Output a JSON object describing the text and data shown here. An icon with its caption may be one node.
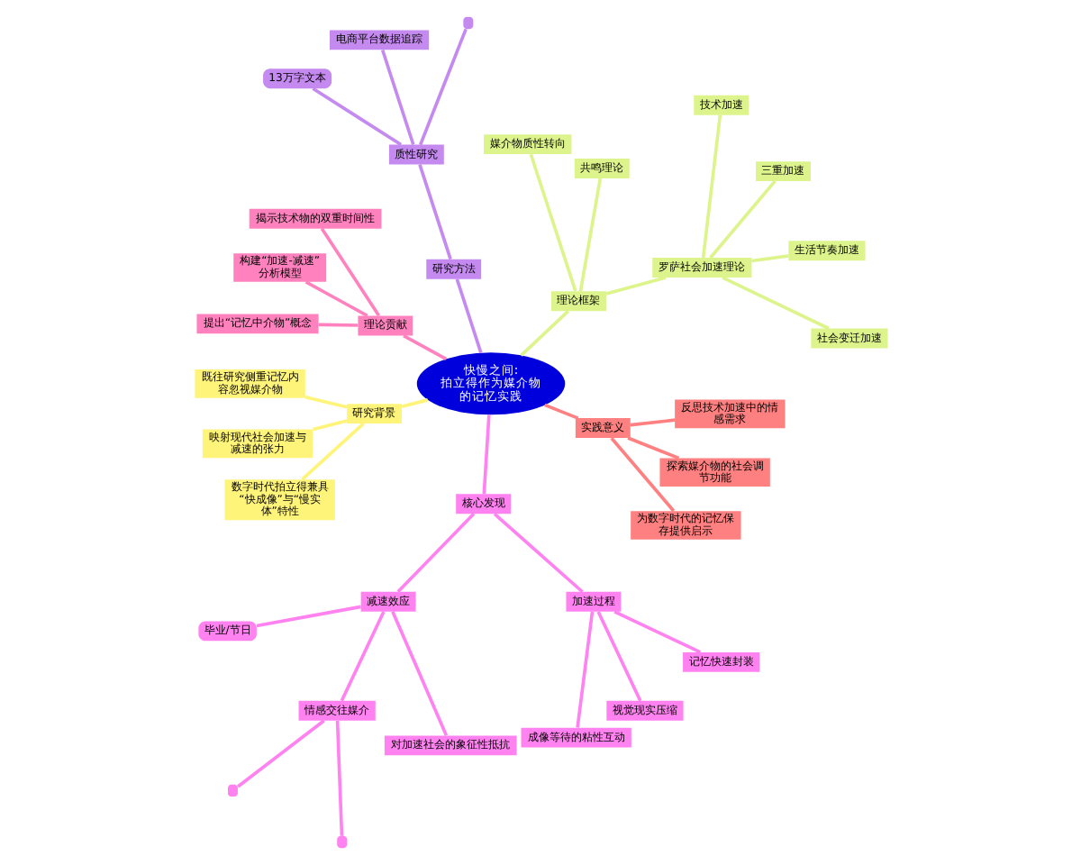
{
  "diagram": {
    "nodes": [
      {
        "text": [
          "快慢之间:",
          "拍立得作为媒介物的记忆实践"
        ]
      },
      {
        "text": [
          "理论框架"
        ]
      },
      {
        "text": [
          "罗萨社会加速理论"
        ]
      },
      {
        "text": [
          "社会变迁加速"
        ]
      },
      {
        "text": [
          "生活节奏加速"
        ]
      },
      {
        "text": [
          "三重加速"
        ]
      },
      {
        "text": [
          "技术加速"
        ]
      },
      {
        "text": [
          "共鸣理论"
        ]
      },
      {
        "text": [
          "媒介物质性转向"
        ]
      },
      {
        "text": [
          "研究方法"
        ]
      },
      {
        "text": [
          "质性研究"
        ]
      },
      {
        "text": [],
        "shape": "box"
      },
      {
        "text": [
          "电商平台数据追踪"
        ]
      },
      {
        "text": [
          "13万字文本"
        ]
      },
      {
        "text": [
          "理论贡献"
        ]
      },
      {
        "text": [
          "揭示技术物的双重时间性"
        ]
      },
      {
        "text": [
          "构建“加速-减速”分析模型"
        ]
      },
      {
        "text": [
          "提出“记忆中介物”概念"
        ]
      },
      {
        "text": [
          "研究背景"
        ]
      },
      {
        "text": [
          "既往研究侧重记忆内容忽视媒介物"
        ]
      },
      {
        "text": [
          "映射现代社会加速与减速的张力"
        ]
      },
      {
        "text": [
          "数字时代拍立得兼具“快成像”与“慢实体”特性"
        ]
      },
      {
        "text": [
          "核心发现"
        ]
      },
      {
        "text": [
          "减速效应"
        ]
      },
      {
        "text": [
          "毕业/节日"
        ]
      },
      {
        "text": [
          "情感交往媒介"
        ]
      },
      {
        "text": [],
        "shape": "box"
      },
      {
        "text": [],
        "shape": "box"
      },
      {
        "text": [
          "对加速社会的象征性抵抗"
        ]
      },
      {
        "text": [
          "加速过程"
        ]
      },
      {
        "text": [
          "成像等待的粘性互动"
        ]
      },
      {
        "text": [
          "视觉现实压缩"
        ]
      },
      {
        "text": [
          "记忆快速封装"
        ]
      },
      {
        "text": [
          "实践意义"
        ]
      },
      {
        "text": [
          "为数字时代的记忆保存提供启示"
        ]
      },
      {
        "text": [
          "探索媒介物的社会调节功能"
        ]
      },
      {
        "text": [
          "反思技术加速中的情感需求"
        ]
      }
    ],
    "edges": [
      {
        "from": 0,
        "to": 1,
        "arrow": "none",
        "color": "#ddf48c"
      },
      {
        "from": 1,
        "to": 2,
        "arrow": "none",
        "color": "#ddf48c"
      },
      {
        "from": 2,
        "to": 3,
        "arrow": "none",
        "color": "#ddf48c"
      },
      {
        "from": 2,
        "to": 4,
        "arrow": "none",
        "color": "#ddf48c"
      },
      {
        "from": 2,
        "to": 5,
        "arrow": "none",
        "color": "#ddf48c"
      },
      {
        "from": 2,
        "to": 6,
        "arrow": "none",
        "color": "#ddf48c"
      },
      {
        "from": 1,
        "to": 7,
        "arrow": "none",
        "color": "#ddf48c"
      },
      {
        "from": 1,
        "to": 8,
        "arrow": "none",
        "color": "#ddf48c"
      },
      {
        "from": 0,
        "to": 9,
        "arrow": "none",
        "color": "#c58af0"
      },
      {
        "from": 9,
        "to": 10,
        "arrow": "none",
        "color": "#c58af0"
      },
      {
        "from": 10,
        "to": 11,
        "arrow": "none",
        "color": "#c58af0"
      },
      {
        "from": 10,
        "to": 12,
        "arrow": "none",
        "color": "#c58af0"
      },
      {
        "from": 10,
        "to": 13,
        "arrow": "none",
        "color": "#c58af0"
      },
      {
        "from": 0,
        "to": 14,
        "arrow": "none",
        "color": "#ff82be"
      },
      {
        "from": 14,
        "to": 15,
        "arrow": "none",
        "color": "#ff82be"
      },
      {
        "from": 14,
        "to": 16,
        "arrow": "none",
        "color": "#ff82be"
      },
      {
        "from": 14,
        "to": 17,
        "arrow": "none",
        "color": "#ff82be"
      },
      {
        "from": 0,
        "to": 18,
        "arrow": "none",
        "color": "#fff47a"
      },
      {
        "from": 18,
        "to": 19,
        "arrow": "none",
        "color": "#fff47a"
      },
      {
        "from": 18,
        "to": 20,
        "arrow": "none",
        "color": "#fff47a"
      },
      {
        "from": 18,
        "to": 21,
        "arrow": "none",
        "color": "#fff47a"
      },
      {
        "from": 0,
        "to": 22,
        "arrow": "none",
        "color": "#ff82f0"
      },
      {
        "from": 22,
        "to": 23,
        "arrow": "none",
        "color": "#ff82f0"
      },
      {
        "from": 23,
        "to": 24,
        "arrow": "none",
        "color": "#ff82f0"
      },
      {
        "from": 23,
        "to": 25,
        "arrow": "none",
        "color": "#ff82f0"
      },
      {
        "from": 25,
        "to": 26,
        "arrow": "none",
        "color": "#ff82f0"
      },
      {
        "from": 25,
        "to": 27,
        "arrow": "none",
        "color": "#ff82f0"
      },
      {
        "from": 23,
        "to": 28,
        "arrow": "none",
        "color": "#ff82f0"
      },
      {
        "from": 22,
        "to": 29,
        "arrow": "none",
        "color": "#ff82f0"
      },
      {
        "from": 29,
        "to": 30,
        "arrow": "none",
        "color": "#ff82f0"
      },
      {
        "from": 29,
        "to": 31,
        "arrow": "none",
        "color": "#ff82f0"
      },
      {
        "from": 29,
        "to": 32,
        "arrow": "none",
        "color": "#ff82f0"
      },
      {
        "from": 0,
        "to": 33,
        "arrow": "none",
        "color": "#ff8080"
      },
      {
        "from": 33,
        "to": 34,
        "arrow": "none",
        "color": "#ff8080"
      },
      {
        "from": 33,
        "to": 35,
        "arrow": "none",
        "color": "#ff8080"
      },
      {
        "from": 33,
        "to": 36,
        "arrow": "none",
        "color": "#ff8080"
      }
    ]
  }
}
